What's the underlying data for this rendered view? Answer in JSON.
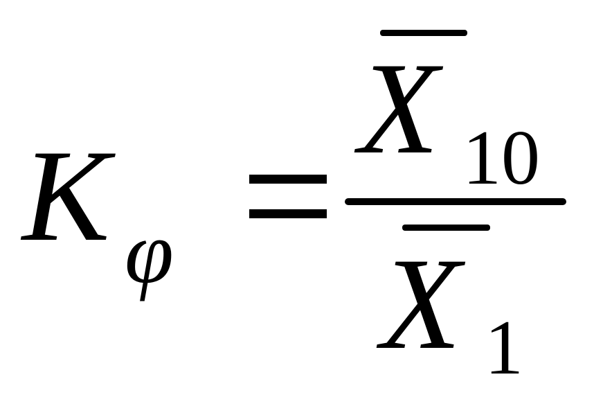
{
  "formula": {
    "lhs": {
      "main": "K",
      "subscript": "φ"
    },
    "operator": "=",
    "numerator": {
      "main": "X",
      "subscript": "10",
      "overline": true
    },
    "denominator": {
      "main": "X",
      "subscript": "1",
      "overline": true
    }
  }
}
